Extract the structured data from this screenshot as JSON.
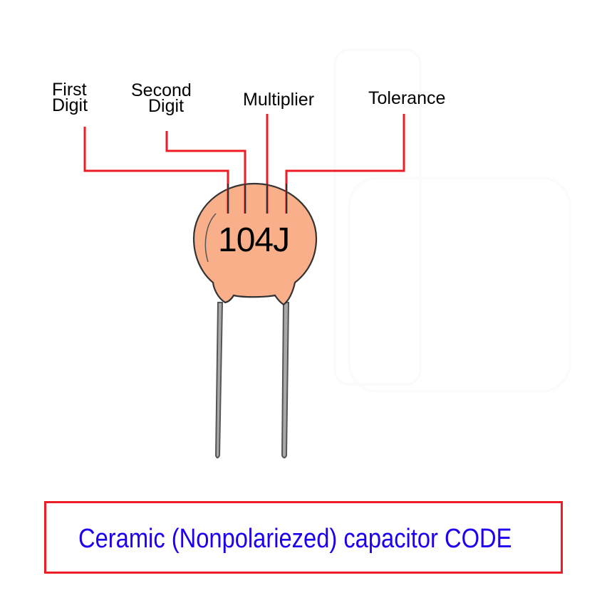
{
  "labels": {
    "first_digit": [
      "First",
      "Digit"
    ],
    "second_digit": [
      "Second",
      "Digit"
    ],
    "multiplier": "Multiplier",
    "tolerance": "Tolerance"
  },
  "capacitor": {
    "code": "104J",
    "body_color": "#F9B08A",
    "lead_color": "#A9A9A9"
  },
  "caption": "Ceramic (Nonpolariezed) capacitor CODE",
  "colors": {
    "pointer_lines": "#EE1C24",
    "caption_text": "#1E00F0",
    "caption_border": "#EE1C24"
  }
}
